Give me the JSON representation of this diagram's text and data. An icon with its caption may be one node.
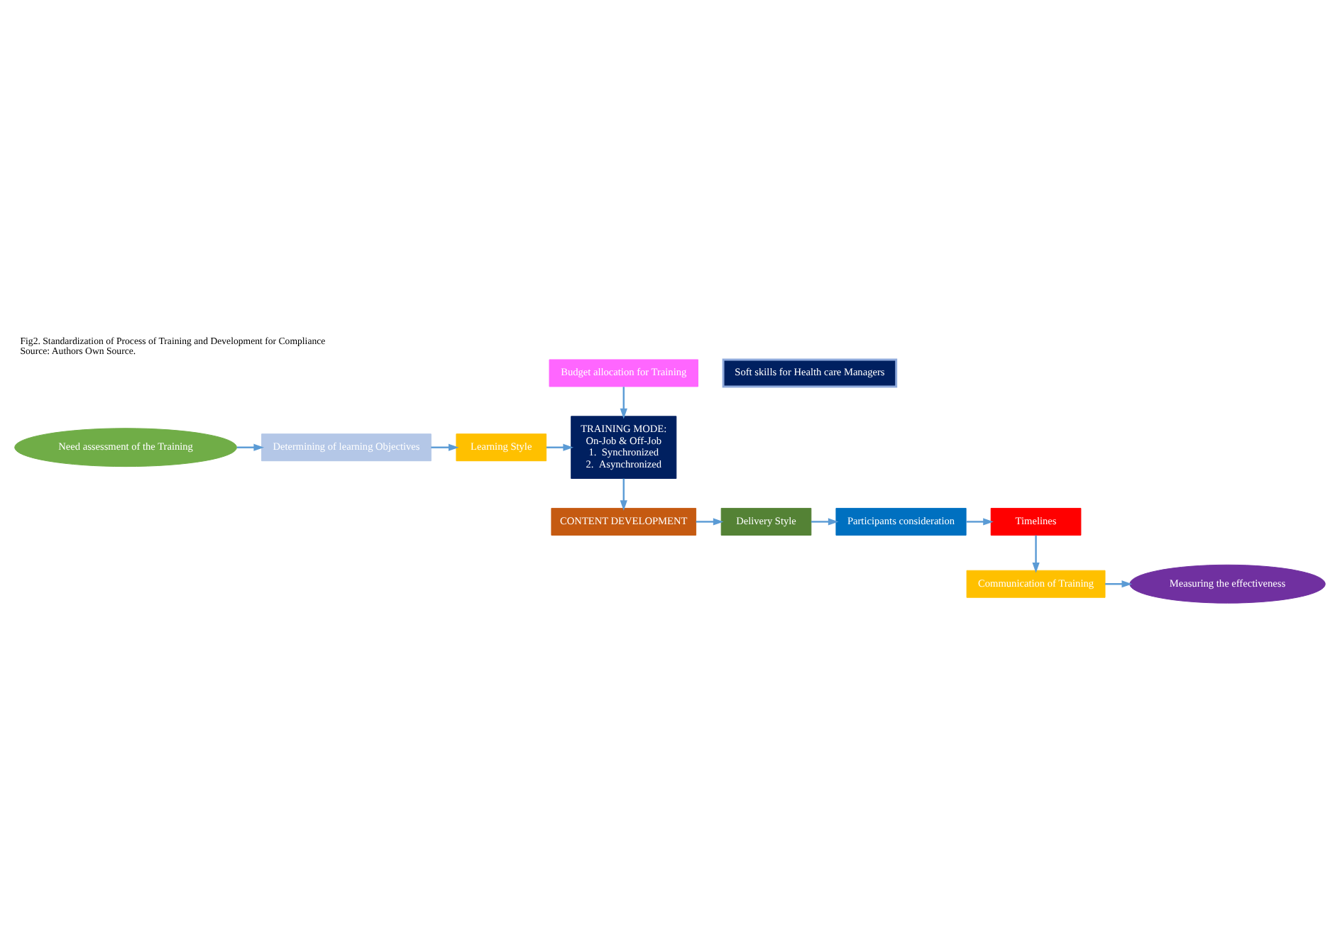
{
  "diagram": {
    "title": "Fig2. Standardization of Process of Training and Development for Compliance",
    "caption": "Source: Authors Own Source.",
    "nodes": [
      {
        "text": [
          "Need assessment of the Training"
        ]
      },
      {
        "text": [
          "Determining of learning Objectives"
        ]
      },
      {
        "text": [
          "Learning Style"
        ]
      },
      {
        "text": [
          "Soft skills for Health care Managers"
        ]
      },
      {
        "text": [
          "Budget allocation for Training"
        ]
      },
      {
        "text": [
          "TRAINING MODE:",
          "On-Job & Off-Job",
          "1.  Synchronized",
          "2.  Asynchronized"
        ]
      },
      {
        "text": [
          "CONTENT DEVELOPMENT"
        ]
      },
      {
        "text": [
          "Delivery Style"
        ]
      },
      {
        "text": [
          "Participants consideration"
        ]
      },
      {
        "text": [
          "Timelines"
        ]
      },
      {
        "text": [
          "Communication of Training"
        ]
      },
      {
        "text": [
          "Measuring the effectiveness"
        ]
      }
    ],
    "edges": [
      {
        "from": 0,
        "to": 1,
        "arrow": "to"
      },
      {
        "from": 1,
        "to": 2,
        "arrow": "to"
      },
      {
        "from": 2,
        "to": 5,
        "arrow": "to"
      },
      {
        "from": 4,
        "to": 5,
        "arrow": "to"
      },
      {
        "from": 5,
        "to": 6,
        "arrow": "to"
      },
      {
        "from": 6,
        "to": 7,
        "arrow": "to"
      },
      {
        "from": 7,
        "to": 8,
        "arrow": "to"
      },
      {
        "from": 8,
        "to": 9,
        "arrow": "to"
      },
      {
        "from": 9,
        "to": 10,
        "arrow": "to"
      },
      {
        "from": 10,
        "to": 11,
        "arrow": "to"
      }
    ]
  }
}
